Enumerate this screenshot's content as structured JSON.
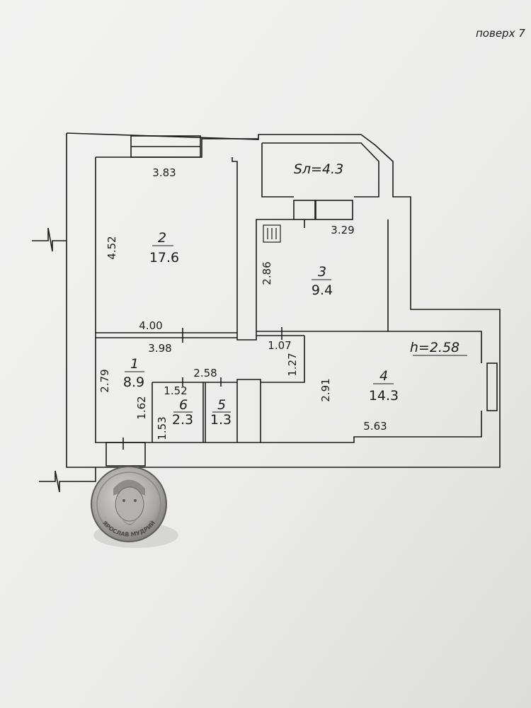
{
  "page": {
    "floor_label": "поверх 7",
    "colors": {
      "paper": "#efefee",
      "ink": "#1c1c1c",
      "shadow": "#cfcfcd"
    }
  },
  "rooms": [
    {
      "number": "2",
      "area": "17.6",
      "dims": [
        "3.83",
        "4.52",
        "4.00"
      ]
    },
    {
      "number": "3",
      "area": "9.4",
      "dims": [
        "3.29",
        "2.86"
      ]
    },
    {
      "number": "1",
      "area": "8.9",
      "dims": [
        "3.98",
        "2.79",
        "1.07",
        "1.27",
        "2.58"
      ]
    },
    {
      "number": "4",
      "area": "14.3",
      "dims": [
        "2.91",
        "5.63"
      ]
    },
    {
      "number": "6",
      "area": "2.3",
      "dims": [
        "1.52",
        "1.53",
        "1.62"
      ]
    },
    {
      "number": "5",
      "area": "1.3",
      "dims": []
    }
  ],
  "balcony": {
    "label": "Sл=4.3"
  },
  "ceiling_height": {
    "label": "h=2.58"
  },
  "coin": {
    "inscription": "ЯРОСЛАВ МУДРИЙ",
    "icon": "coin-icon"
  }
}
